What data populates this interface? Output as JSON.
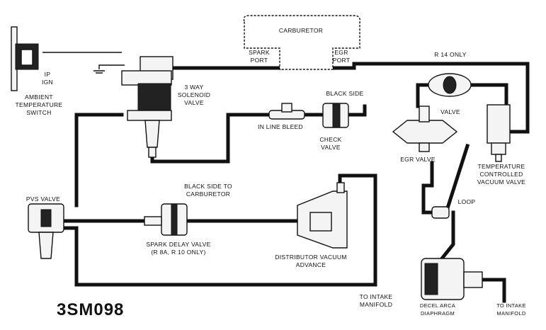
{
  "labels": {
    "carburetor": "CARBURETOR",
    "spark_port": "SPARK\nPORT",
    "egr_port": "EGR\nPORT",
    "ignition": "IP\nIGN",
    "ambient_switch": "AMBIENT\nTEMPERATURE\nSWITCH",
    "solenoid_valve": "3 WAY\nSOLENOID\nVALVE",
    "black_side": "BLACK SIDE",
    "check_valve": "CHECK\nVALVE",
    "in_line_bleed": "IN LINE BLEED",
    "r14_only": "R 14 ONLY",
    "valve": "VALVE",
    "egr_valve": "EGR VALVE",
    "temp_vacuum_valve": "TEMPERATURE\nCONTROLLED\nVACUUM VALVE",
    "loop": "LOOP",
    "pvs_valve": "PVS VALVE",
    "black_side_carb": "BLACK SIDE TO\nCARBURETOR",
    "spark_delay_valve": "SPARK DELAY VALVE\n(R 8A, R 10 ONLY)",
    "distributor_advance": "DISTRIBUTOR VACUUM\nADVANCE",
    "to_intake_1": "TO INTAKE\nMANIFOLD",
    "to_intake_2": "TO INTAKE\nMANIFOLD",
    "deceleration_diaphragm": "DECEL ARCA\nDIAPHRAGM",
    "diagram_code": "3SM098"
  }
}
